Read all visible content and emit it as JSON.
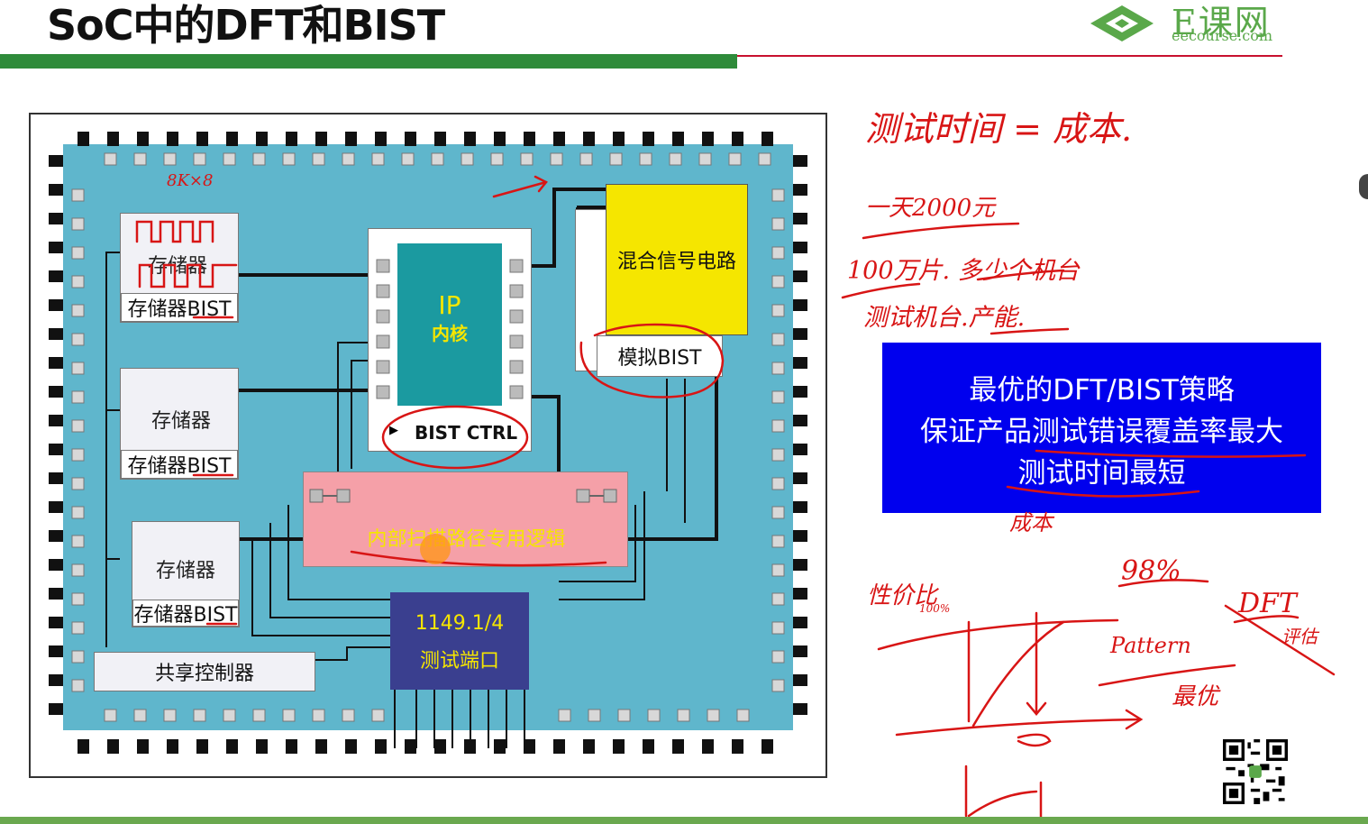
{
  "slide": {
    "title": "SoC中的DFT和BIST",
    "logo": {
      "name": "E课网",
      "domain": "eecourse.com"
    }
  },
  "diagram": {
    "ip_core": {
      "title": "IP",
      "subtitle": "内核"
    },
    "bist_ctrl": "BIST CTRL",
    "mixed_signal": "混合信号电路",
    "analog_bist": "模拟BIST",
    "memories": [
      {
        "label": "存储器",
        "bist": "存储器BIST"
      },
      {
        "label": "存储器",
        "bist": "存储器BIST"
      },
      {
        "label": "存储器",
        "bist": "存储器BIST"
      }
    ],
    "scan_logic": "内部扫描路径专用逻辑",
    "test_port": {
      "line1": "1149.1/4",
      "line2": "测试端口"
    },
    "shared_controller": "共享控制器"
  },
  "strategy_box": {
    "line1": "最优的DFT/BIST策略",
    "line2": "保证产品测试错误覆盖率最大",
    "line3": "测试时间最短"
  },
  "annotations": {
    "cost_note": "测试时间 = 成本.",
    "day_price": "一天2000元",
    "chips": "100万片. 多少个机台",
    "tester": "测试机台.产能.",
    "cost_below": "成本",
    "mem_size": "8K×8",
    "perf_ratio": "性价比",
    "percent_top": "100%",
    "percent": "98%",
    "pattern": "Pattern",
    "optimal": "最优",
    "dft": "DFT",
    "dft_note": "评估"
  },
  "colors": {
    "title_bar_green": "#2e8b3a",
    "title_line_red": "#c8102e",
    "chip_blue": "#5fb6cc",
    "ip_core_teal": "#1b9aa0",
    "mixed_signal_yellow": "#f5e600",
    "scan_logic_pink": "#f5a0a8",
    "test_port_navy": "#3a3f8f",
    "strategy_blue": "#0000ee",
    "annotation_red": "#d81515"
  }
}
